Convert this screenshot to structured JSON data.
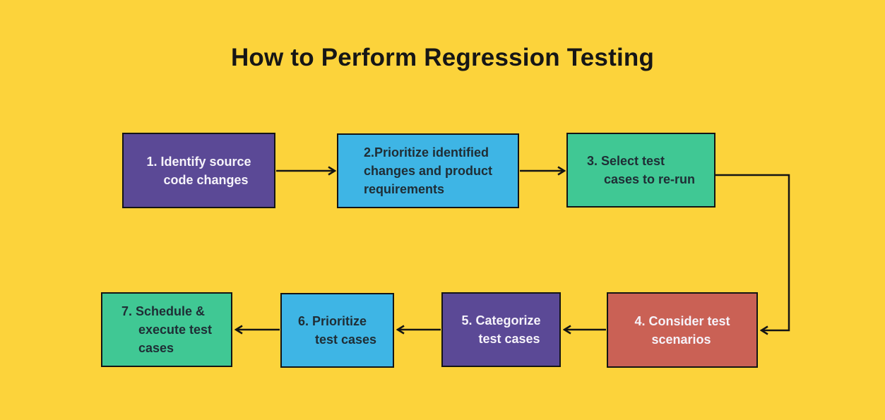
{
  "title": "How to Perform Regression Testing",
  "colors": {
    "background": "#fcd33b",
    "purple": "#5b4996",
    "blue": "#3eb5e5",
    "green": "#40c894",
    "red": "#ca6155",
    "connector": "#141414",
    "title_text": "#161616",
    "dark_text": "#1f2d35",
    "light_text": "#f6f3fa"
  },
  "steps": [
    {
      "name": "identify-source-code-changes",
      "color": "#5b4996",
      "lines": [
        "1. Identify source",
        "code changes"
      ]
    },
    {
      "name": "prioritize-identified-changes",
      "color": "#3eb5e5",
      "lines": [
        "2.Prioritize identified",
        "changes and product",
        "requirements"
      ]
    },
    {
      "name": "select-test-cases-to-re-run",
      "color": "#40c894",
      "lines": [
        "3. Select test",
        "cases to re-run"
      ]
    },
    {
      "name": "consider-test-scenarios",
      "color": "#ca6155",
      "lines": [
        "4. Consider test",
        "scenarios"
      ]
    },
    {
      "name": "categorize-test-cases",
      "color": "#5b4996",
      "lines": [
        "5. Categorize",
        "test cases"
      ]
    },
    {
      "name": "prioritize-test-cases",
      "color": "#3eb5e5",
      "lines": [
        "6. Prioritize",
        "test cases"
      ]
    },
    {
      "name": "schedule-execute-test-cases",
      "color": "#40c894",
      "lines": [
        "7. Schedule &",
        "execute test",
        "cases"
      ]
    }
  ]
}
